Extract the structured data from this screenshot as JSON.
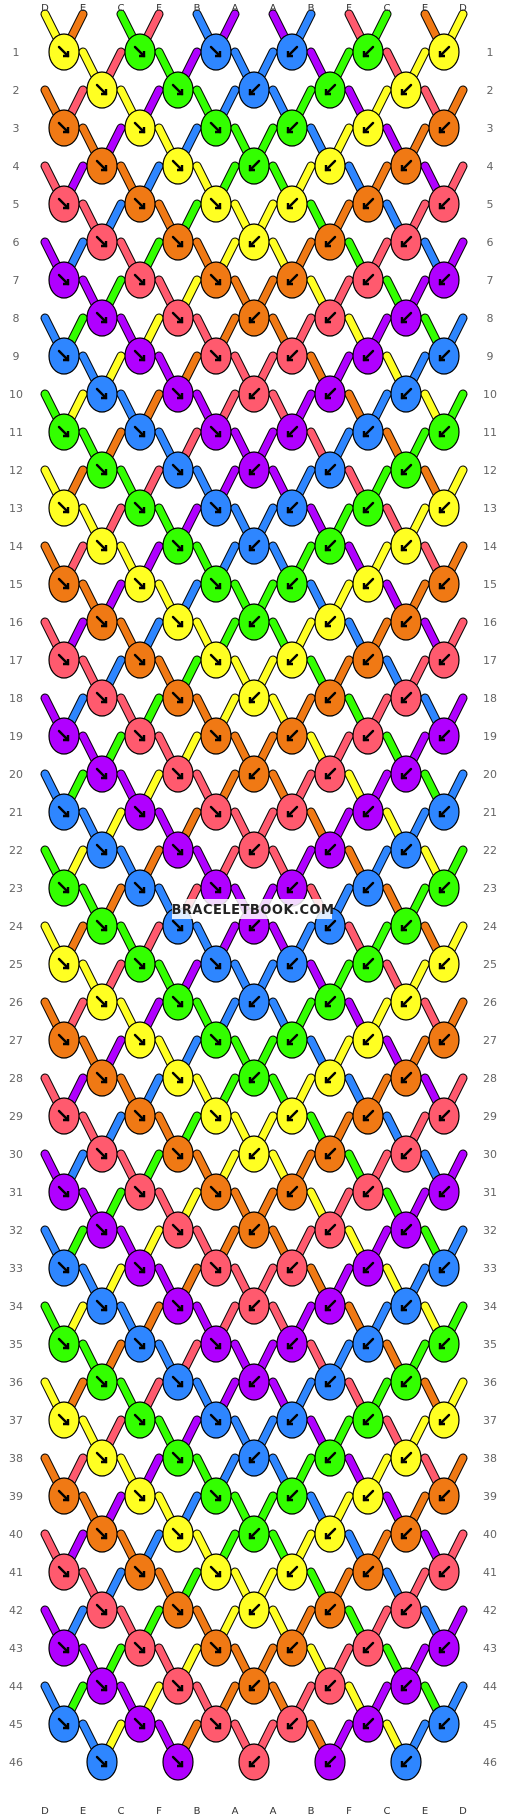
{
  "watermark": "BRACELETBOOK.COM",
  "colors": {
    "D": "#ffff22",
    "E": "#f07914",
    "C": "#33ff00",
    "F": "#ff5a6e",
    "B": "#2e86ff",
    "A": "#b000ff",
    "background": "#ffffff",
    "outline": "#000000"
  },
  "strands_top": [
    "D",
    "E",
    "C",
    "F",
    "B",
    "A",
    "A",
    "B",
    "F",
    "C",
    "E",
    "D"
  ],
  "strands_bottom": [
    "D",
    "E",
    "C",
    "F",
    "B",
    "A",
    "A",
    "B",
    "F",
    "C",
    "E",
    "D"
  ],
  "rows": [
    "1",
    "2",
    "3",
    "4",
    "5",
    "6",
    "7",
    "8",
    "9",
    "10",
    "11",
    "12",
    "13",
    "14",
    "15",
    "16",
    "17",
    "18",
    "19",
    "20",
    "21",
    "22",
    "23",
    "24",
    "25",
    "26",
    "27",
    "28",
    "29",
    "30",
    "31",
    "32",
    "33",
    "34",
    "35",
    "36",
    "37",
    "38",
    "39",
    "40",
    "41",
    "42",
    "43",
    "44",
    "45",
    "46"
  ]
}
